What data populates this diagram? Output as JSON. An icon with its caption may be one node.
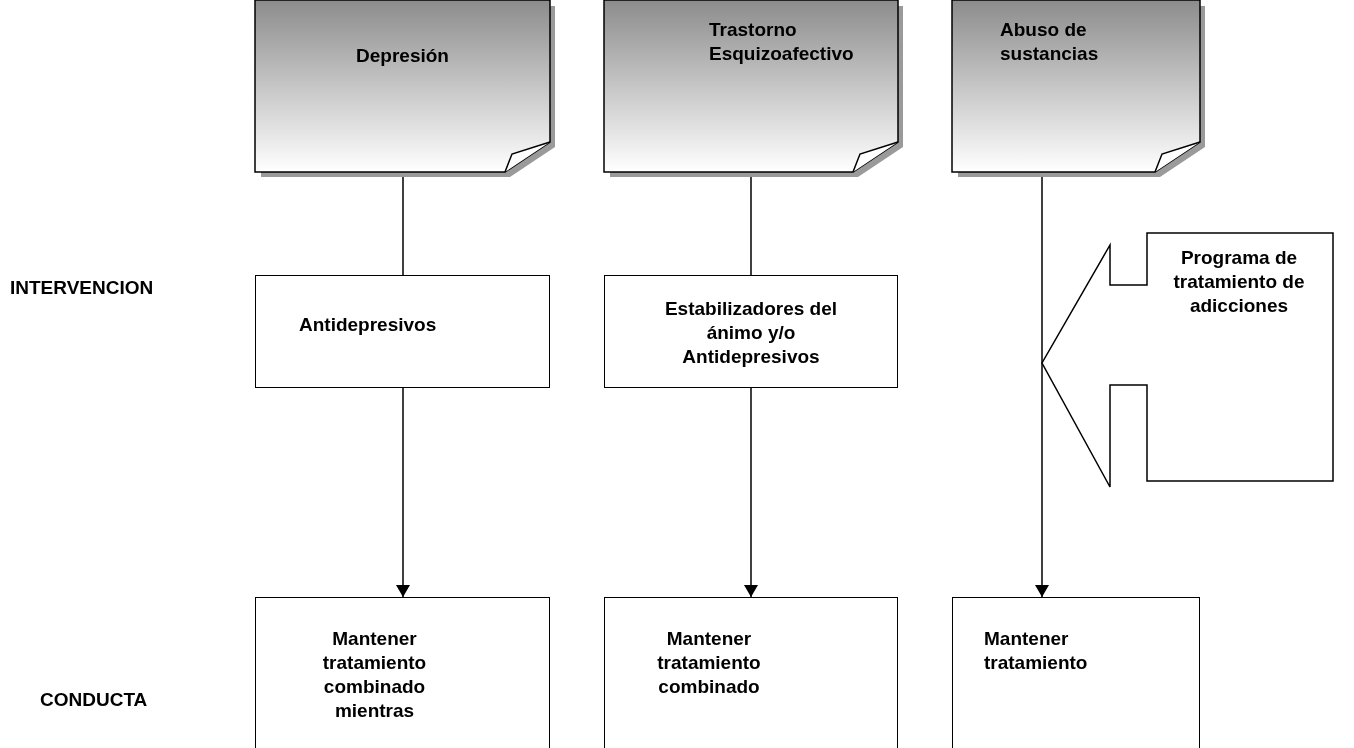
{
  "diagram": {
    "nodes": [
      {
        "text": [
          "Depresión"
        ]
      },
      {
        "text": [
          "Trastorno Esquizoafectivo"
        ]
      },
      {
        "text": [
          "Abuso de sustancias"
        ]
      },
      {
        "text": [
          "Antidepresivos"
        ]
      },
      {
        "text": [
          "Estabilizadores del ánimo y/o Antidepresivos"
        ]
      },
      {
        "text": [
          "Programa de tratamiento de adicciones"
        ]
      },
      {
        "text": [
          "Mantener tratamiento combinado mientras"
        ]
      },
      {
        "text": [
          "Mantener tratamiento combinado"
        ]
      },
      {
        "text": [
          "Mantener tratamiento"
        ]
      }
    ],
    "edges": [
      {
        "from": 0,
        "to": 3,
        "arrow": "none"
      },
      {
        "from": 3,
        "to": 6,
        "arrow": "to"
      },
      {
        "from": 1,
        "to": 4,
        "arrow": "none"
      },
      {
        "from": 4,
        "to": 7,
        "arrow": "to"
      },
      {
        "from": 2,
        "to": 8,
        "arrow": "to"
      }
    ],
    "labels": [
      "INTERVENCION",
      "CONDUCTA"
    ]
  }
}
